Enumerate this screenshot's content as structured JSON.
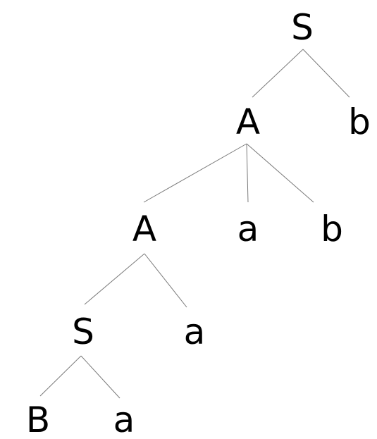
{
  "tree": {
    "nodes": [
      {
        "id": "s_root",
        "label": "S"
      },
      {
        "id": "a_1",
        "label": "A"
      },
      {
        "id": "b_1",
        "label": "b"
      },
      {
        "id": "a_2",
        "label": "A"
      },
      {
        "id": "a_leaf_1",
        "label": "a"
      },
      {
        "id": "b_2",
        "label": "b"
      },
      {
        "id": "s_2",
        "label": "S"
      },
      {
        "id": "a_leaf_2",
        "label": "a"
      },
      {
        "id": "b_upper",
        "label": "B"
      },
      {
        "id": "a_leaf_3",
        "label": "a"
      }
    ],
    "edges": [
      {
        "from": "s_root",
        "to": "a_1"
      },
      {
        "from": "s_root",
        "to": "b_1"
      },
      {
        "from": "a_1",
        "to": "a_2"
      },
      {
        "from": "a_1",
        "to": "a_leaf_1"
      },
      {
        "from": "a_1",
        "to": "b_2"
      },
      {
        "from": "a_2",
        "to": "s_2"
      },
      {
        "from": "a_2",
        "to": "a_leaf_2"
      },
      {
        "from": "s_2",
        "to": "b_upper"
      },
      {
        "from": "s_2",
        "to": "a_leaf_3"
      }
    ],
    "colors": {
      "edge": "#7a7a7a",
      "text": "#000000"
    }
  }
}
